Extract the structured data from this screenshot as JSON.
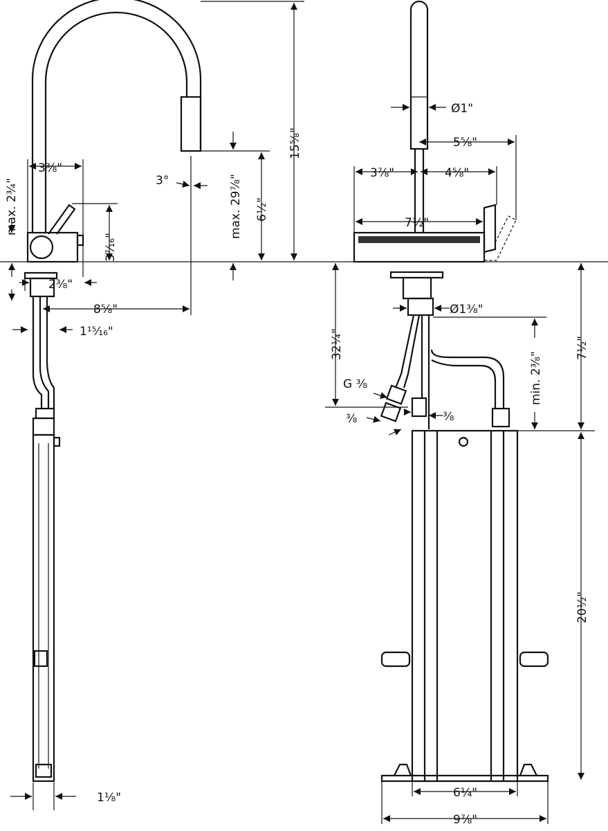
{
  "title": "Kitchen faucet dimensional drawing",
  "side_view": {
    "spout_width": "3⅜\"",
    "handle_height_max": "max. 2¾\"",
    "spray_angle": "3°",
    "spout_reach_max": "max. 29⅞\"",
    "spout_clearance": "6½\"",
    "overall_height": "15⅝\"",
    "body_height": "3⁷⁄₁₆\"",
    "base_offset": "2⅜\"",
    "spout_reach": "8⅝\"",
    "shank_offset": "1¹⁵⁄₁₆\"",
    "rail_width": "1⅛\""
  },
  "front_view": {
    "spout_diameter": "Ø1\"",
    "handle_offset": "5⅝\"",
    "left_half": "3⅞\"",
    "right_half": "4⅝\"",
    "bar_width": "7½\"",
    "shank_diameter": "Ø1⅜\"",
    "hose_length": "32¼\"",
    "min_clearance": "min. 2⅜\"",
    "box_offset": "7½\"",
    "connection_thread": "G ⅜",
    "hose_thread_left": "⅜",
    "hose_thread_right": "⅜",
    "box_height": "20½\"",
    "box_width": "6¼\"",
    "plate_width": "9⅞\""
  }
}
